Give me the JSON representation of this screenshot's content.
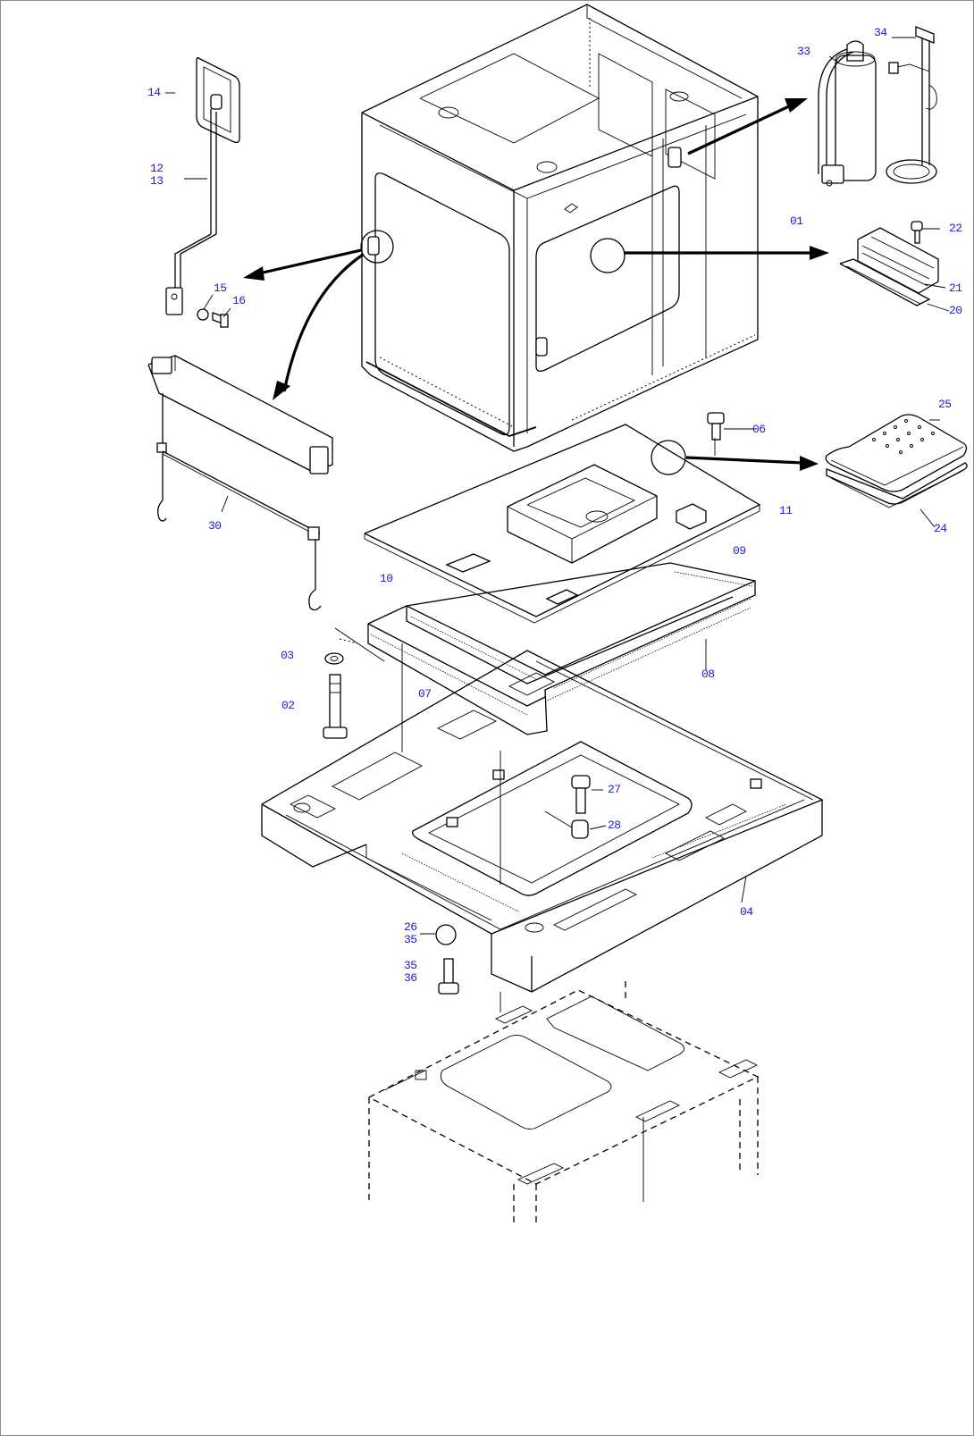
{
  "diagram": {
    "callouts": {
      "c14": "14",
      "c12": "12",
      "c13": "13",
      "c15": "15",
      "c16": "16",
      "c30": "30",
      "c03": "03",
      "c02": "02",
      "c07": "07",
      "c10": "10",
      "c09": "09",
      "c08": "08",
      "c11": "11",
      "c06": "06",
      "c25": "25",
      "c24": "24",
      "c33": "33",
      "c34": "34",
      "c01": "01",
      "c22": "22",
      "c21": "21",
      "c20": "20",
      "c27": "27",
      "c28": "28",
      "c04": "04",
      "c26": "26",
      "c35a": "35",
      "c35b": "35",
      "c36": "36"
    },
    "label_color": "#1a1adb",
    "line_color": "#000000"
  }
}
